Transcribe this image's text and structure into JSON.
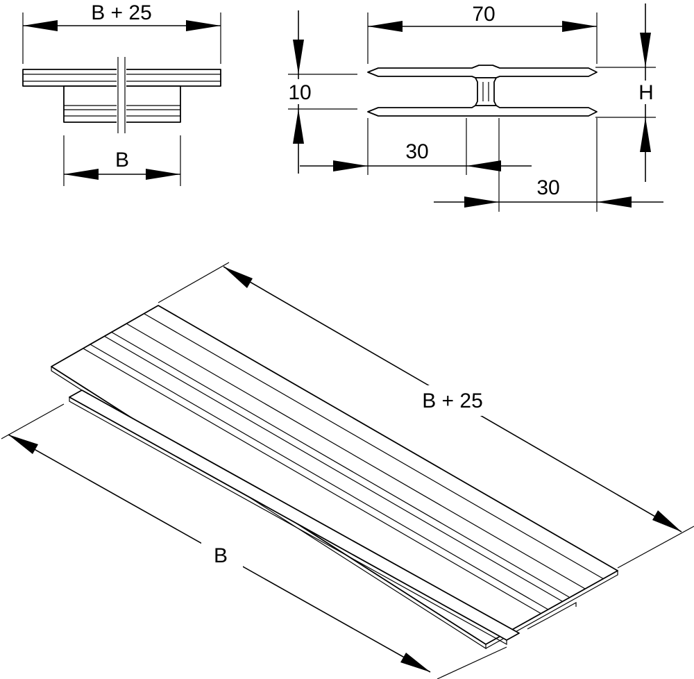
{
  "end_view": {
    "width_plus_label": "B + 25",
    "width_label": "B"
  },
  "section_view": {
    "total_width_label": "70",
    "thickness_label": "10",
    "height_label": "H",
    "left_offset_label": "30",
    "right_offset_label": "30"
  },
  "isometric_view": {
    "length_label": "B + 25",
    "width_label": "B"
  },
  "colors": {
    "line": "#000000",
    "background": "#ffffff"
  }
}
